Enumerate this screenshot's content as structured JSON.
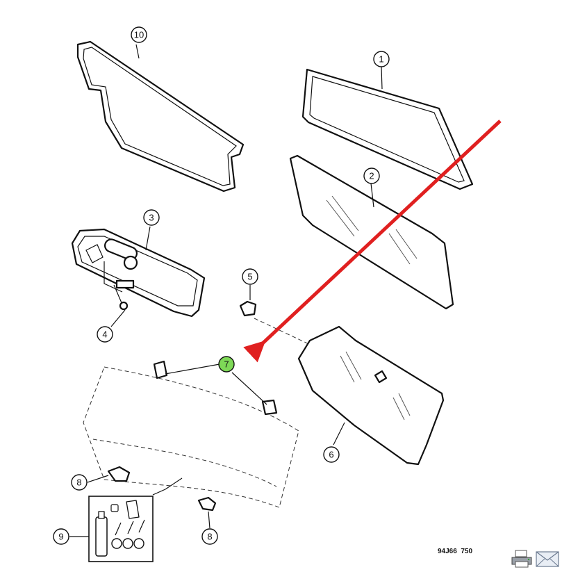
{
  "diagram": {
    "callouts": [
      {
        "id": "c10",
        "label": "10"
      },
      {
        "id": "c1",
        "label": "1"
      },
      {
        "id": "c2",
        "label": "2"
      },
      {
        "id": "c3",
        "label": "3"
      },
      {
        "id": "c4",
        "label": "4"
      },
      {
        "id": "c5",
        "label": "5"
      },
      {
        "id": "c6",
        "label": "6"
      },
      {
        "id": "c7",
        "label": "7",
        "highlight": "#7ed957"
      },
      {
        "id": "c8a",
        "label": "8"
      },
      {
        "id": "c8b",
        "label": "8"
      },
      {
        "id": "c9",
        "label": "9"
      }
    ],
    "drawing_code": "94J66  750",
    "arrow_color": "#e02020"
  },
  "toolbar": {
    "icons": [
      "printer-icon",
      "envelope-icon"
    ]
  }
}
